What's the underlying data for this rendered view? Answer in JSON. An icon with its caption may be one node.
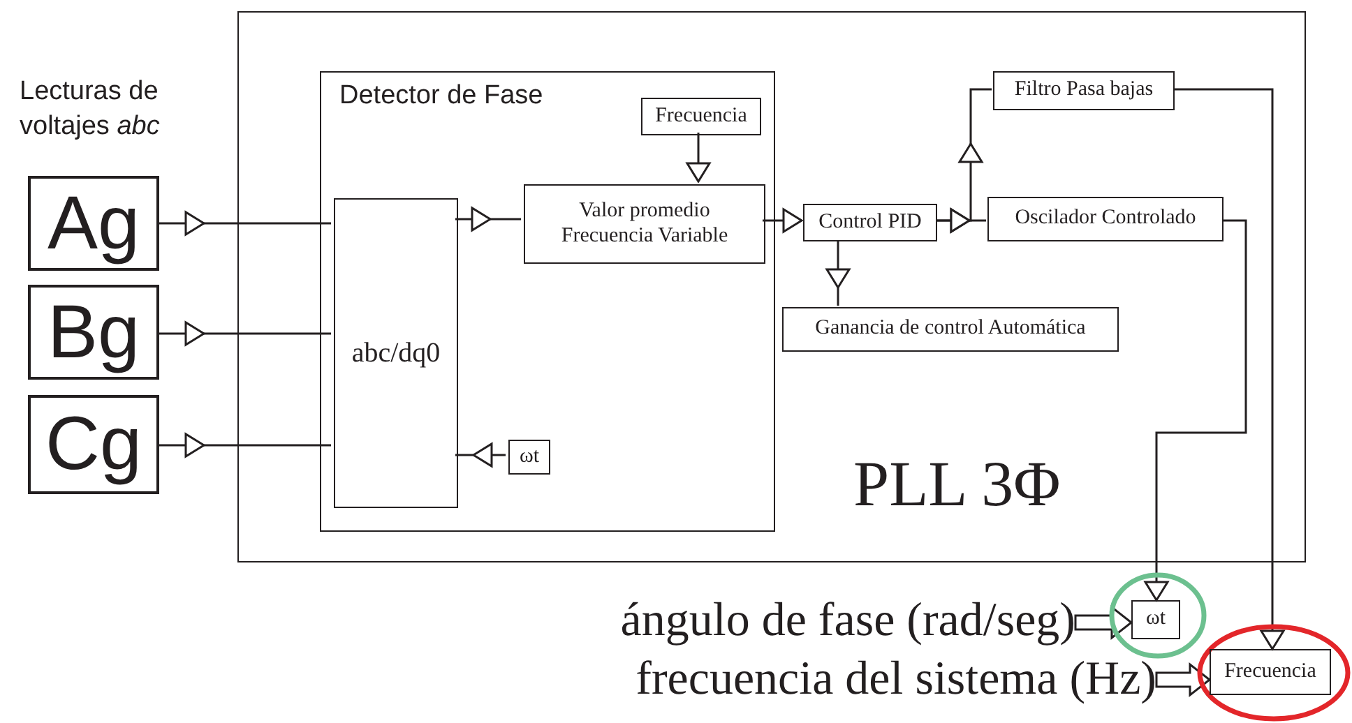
{
  "diagram": {
    "nodes": [
      {
        "text": [
          "PLL 3Φ"
        ]
      },
      {
        "text": [
          "Detector de Fase"
        ],
        "in": 0
      },
      {
        "text": [
          "Frecuencia"
        ],
        "in": 1
      },
      {
        "text": [
          "Valor promedio Frecuencia Variable"
        ],
        "in": 1
      },
      {
        "text": [
          "abc/dq0"
        ],
        "in": 1
      },
      {
        "text": [
          "ωt"
        ],
        "in": 1
      },
      {
        "text": [
          "Ag"
        ]
      },
      {
        "text": [
          "Bg"
        ]
      },
      {
        "text": [
          "Cg"
        ]
      },
      {
        "text": [
          "Control PID"
        ],
        "in": 0
      },
      {
        "text": [
          "Filtro Pasa bajas"
        ],
        "in": 0
      },
      {
        "text": [
          "Oscilador Controlado"
        ],
        "in": 0
      },
      {
        "text": [
          "Ganancia de control Automática"
        ],
        "in": 0
      },
      {
        "text": [
          "ωt"
        ]
      },
      {
        "text": [
          "Frecuencia"
        ]
      },
      {
        "text": [
          "ángulo de fase (rad/seg)"
        ]
      },
      {
        "text": [
          "frecuencia del sistema (Hz)"
        ]
      }
    ],
    "edges": [
      {
        "from": 6,
        "to": 4,
        "arrow": "to"
      },
      {
        "from": 7,
        "to": 4,
        "arrow": "to"
      },
      {
        "from": 8,
        "to": 4,
        "arrow": "to"
      },
      {
        "from": 4,
        "to": 3,
        "arrow": "to"
      },
      {
        "from": 2,
        "to": 3,
        "arrow": "to"
      },
      {
        "from": 5,
        "to": 4,
        "arrow": "to"
      },
      {
        "from": 3,
        "to": 9,
        "arrow": "to"
      },
      {
        "from": 9,
        "to": 11,
        "arrow": "to"
      },
      {
        "from": 9,
        "to": 10,
        "arrow": "to"
      },
      {
        "from": 9,
        "to": 12,
        "arrow": "to"
      },
      {
        "from": 11,
        "to": 13,
        "arrow": "to"
      },
      {
        "from": 10,
        "to": 14,
        "arrow": "to"
      },
      {
        "from": 15,
        "to": 13,
        "arrow": "to",
        "style": "thick"
      },
      {
        "from": 16,
        "to": 14,
        "arrow": "to",
        "style": "thick"
      }
    ],
    "labels": [
      "Lecturas de voltajes *abc*"
    ]
  }
}
